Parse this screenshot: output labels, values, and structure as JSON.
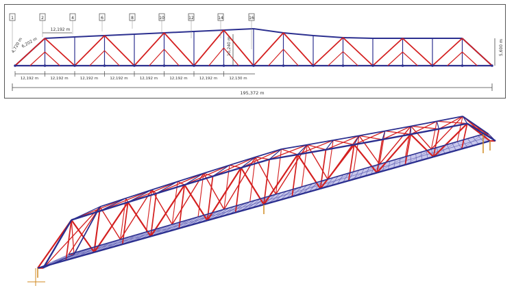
{
  "elevation": {
    "node_labels": [
      "1",
      "2",
      "4",
      "6",
      "8",
      "10",
      "12",
      "14",
      "16"
    ],
    "top_dims": [
      "12,192 m"
    ],
    "left_dims": [
      "4,720 m",
      "6,202 m"
    ],
    "height_dims": [
      "10,240 m",
      "5,600 m"
    ],
    "span_dims": [
      "12,192 m",
      "12,192 m",
      "12,192 m",
      "12,192 m",
      "12,192 m",
      "12,192 m",
      "12,192 m",
      "12,130 m"
    ],
    "total_length": "195,372 m"
  },
  "colors": {
    "chord": "#2b2f8f",
    "diagonal": "#d42020",
    "deck": "#6a6ab8",
    "dimension": "#444444"
  }
}
